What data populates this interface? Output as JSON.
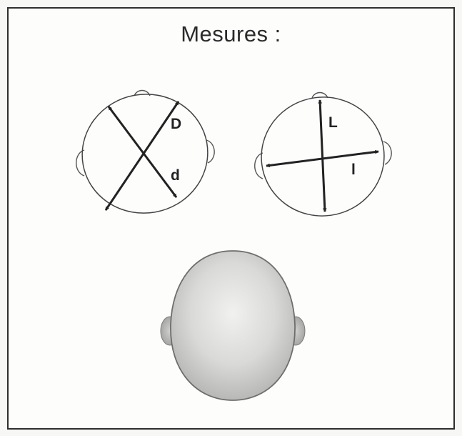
{
  "title": "Mesures :",
  "diagrams": {
    "left": {
      "label_D": "D",
      "label_d": "d"
    },
    "right": {
      "label_L": "L",
      "label_l": "l"
    }
  }
}
